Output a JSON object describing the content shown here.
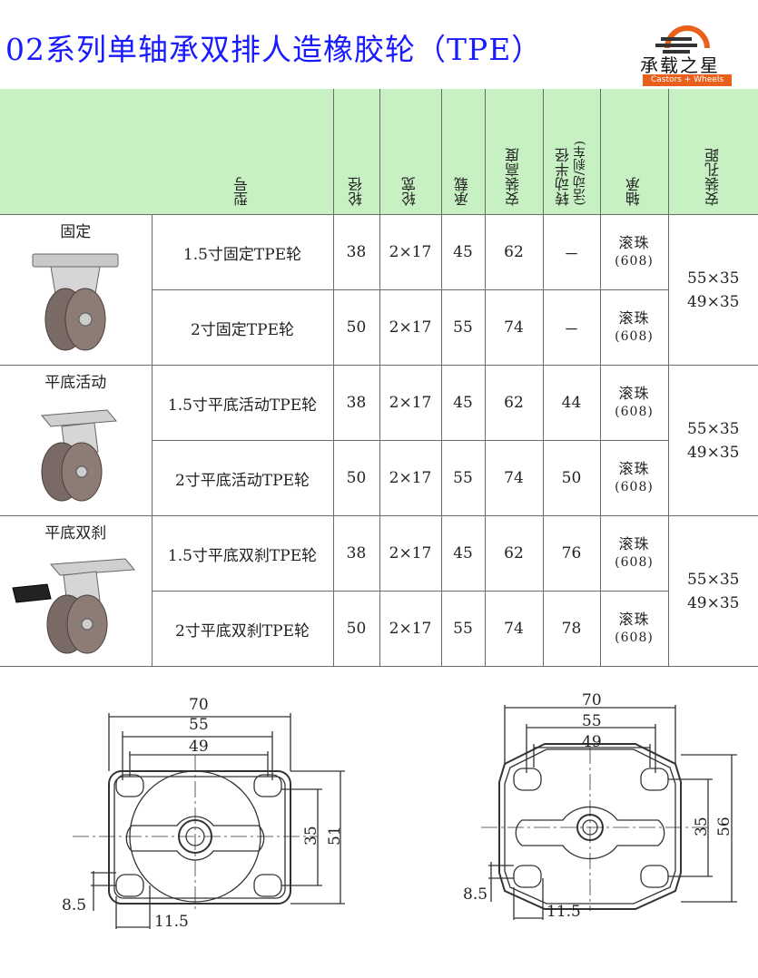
{
  "title": "02系列单轴承双排人造橡胶轮（TPE）",
  "logo": {
    "name": "承载之星",
    "tagline": "Castors + Wheels"
  },
  "table": {
    "headers": [
      "型号",
      "轮径",
      "轮宽",
      "承载",
      "安装高度",
      "转动半径\n(活动/刹车)",
      "轴承",
      "安装孔距"
    ],
    "header_radius_line1": "转动半径",
    "header_radius_line2": "(活动/刹车)",
    "groups": [
      {
        "category": "固定",
        "holes_line1": "55×35",
        "holes_line2": "49×35",
        "rows": [
          {
            "model": "1.5寸固定TPE轮",
            "diameter": "38",
            "width": "2×17",
            "load": "45",
            "height": "62",
            "radius": "－",
            "bearing": "滚珠",
            "bearing_code": "(608)"
          },
          {
            "model": "2寸固定TPE轮",
            "diameter": "50",
            "width": "2×17",
            "load": "55",
            "height": "74",
            "radius": "－",
            "bearing": "滚珠",
            "bearing_code": "(608)"
          }
        ]
      },
      {
        "category": "平底活动",
        "holes_line1": "55×35",
        "holes_line2": "49×35",
        "rows": [
          {
            "model": "1.5寸平底活动TPE轮",
            "diameter": "38",
            "width": "2×17",
            "load": "45",
            "height": "62",
            "radius": "44",
            "bearing": "滚珠",
            "bearing_code": "(608)"
          },
          {
            "model": "2寸平底活动TPE轮",
            "diameter": "50",
            "width": "2×17",
            "load": "55",
            "height": "74",
            "radius": "50",
            "bearing": "滚珠",
            "bearing_code": "(608)"
          }
        ]
      },
      {
        "category": "平底双刹",
        "holes_line1": "55×35",
        "holes_line2": "49×35",
        "rows": [
          {
            "model": "1.5寸平底双刹TPE轮",
            "diameter": "38",
            "width": "2×17",
            "load": "45",
            "height": "62",
            "radius": "76",
            "bearing": "滚珠",
            "bearing_code": "(608)"
          },
          {
            "model": "2寸平底双刹TPE轮",
            "diameter": "50",
            "width": "2×17",
            "load": "55",
            "height": "74",
            "radius": "78",
            "bearing": "滚珠",
            "bearing_code": "(608)"
          }
        ]
      }
    ]
  },
  "drawing_left": {
    "w70": "70",
    "w55": "55",
    "w49": "49",
    "h35": "35",
    "h51": "51",
    "d85": "8.5",
    "d115": "11.5"
  },
  "drawing_right": {
    "w70": "70",
    "w55": "55",
    "w49": "49",
    "h35": "35",
    "h56": "56",
    "d85": "8.5",
    "d115": "11.5"
  },
  "colors": {
    "title": "#1a1aff",
    "header_bg": "#c7f0c3",
    "logo_orange": "#e8601c"
  }
}
